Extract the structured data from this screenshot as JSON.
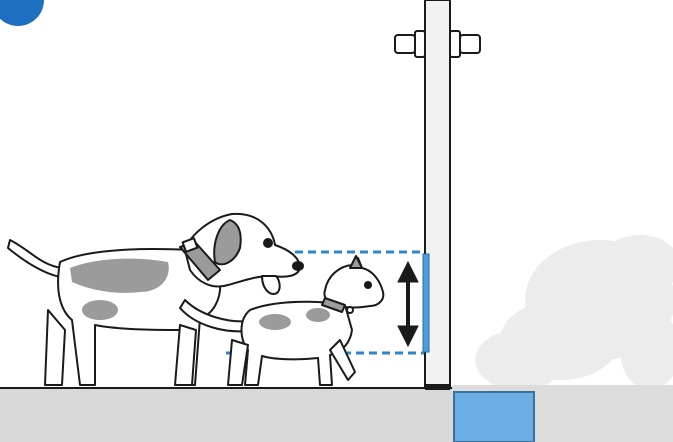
{
  "colors": {
    "background": "#ffffff",
    "badge": "#1e6fc0",
    "measure_line": "#2f86c9",
    "flap_strip": "#4d9de0",
    "pool": "#6baee6",
    "ground": "#d9d9d9",
    "foliage": "#ececec",
    "outline": "#1a1a1a",
    "pet_spots": "#9b9b9b"
  },
  "scene": {
    "badge": {
      "shape": "circle",
      "text": ""
    },
    "door": {
      "hinge_icons": [
        "hinge-icon-left",
        "hinge-icon-right"
      ]
    },
    "measurement": {
      "arrow": "double-vertical-arrow",
      "guides": "dashed-horizontal"
    },
    "animals": [
      "dog",
      "cat"
    ]
  }
}
